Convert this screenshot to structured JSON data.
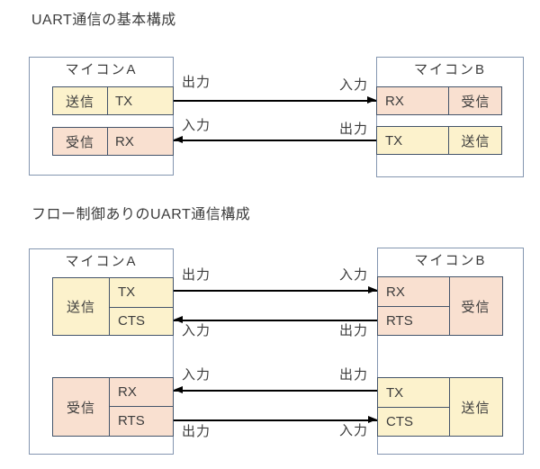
{
  "colors": {
    "tx_fill": "#fcf2cc",
    "rx_fill": "#f9e0d0",
    "cell_border": "#44546a",
    "box_border": "#8496b0",
    "signal_line": "#000000",
    "text": "#3c3c3c"
  },
  "d1": {
    "title": "UART通信の基本構成",
    "mcu_a": {
      "title": "マイコンA",
      "send": {
        "label": "送信",
        "pin": "TX"
      },
      "recv": {
        "label": "受信",
        "pin": "RX"
      }
    },
    "mcu_b": {
      "title": "マイコンB",
      "recv": {
        "pin": "RX",
        "label": "受信"
      },
      "send": {
        "pin": "TX",
        "label": "送信"
      }
    },
    "conns": [
      {
        "left": "出力",
        "right": "入力",
        "direction": "right"
      },
      {
        "left": "入力",
        "right": "出力",
        "direction": "left"
      }
    ]
  },
  "d2": {
    "title": "フロー制御ありのUART通信構成",
    "mcu_a": {
      "title": "マイコンA",
      "send": {
        "label": "送信",
        "pins": [
          "TX",
          "CTS"
        ]
      },
      "recv": {
        "label": "受信",
        "pins": [
          "RX",
          "RTS"
        ]
      }
    },
    "mcu_b": {
      "title": "マイコンB",
      "recv": {
        "label": "受信",
        "pins": [
          "RX",
          "RTS"
        ]
      },
      "send": {
        "label": "送信",
        "pins": [
          "TX",
          "CTS"
        ]
      }
    },
    "conns": [
      {
        "left": "出力",
        "right": "入力",
        "direction": "right"
      },
      {
        "left": "入力",
        "right": "出力",
        "direction": "left"
      },
      {
        "left": "入力",
        "right": "出力",
        "direction": "left"
      },
      {
        "left": "出力",
        "right": "入力",
        "direction": "right"
      }
    ]
  }
}
